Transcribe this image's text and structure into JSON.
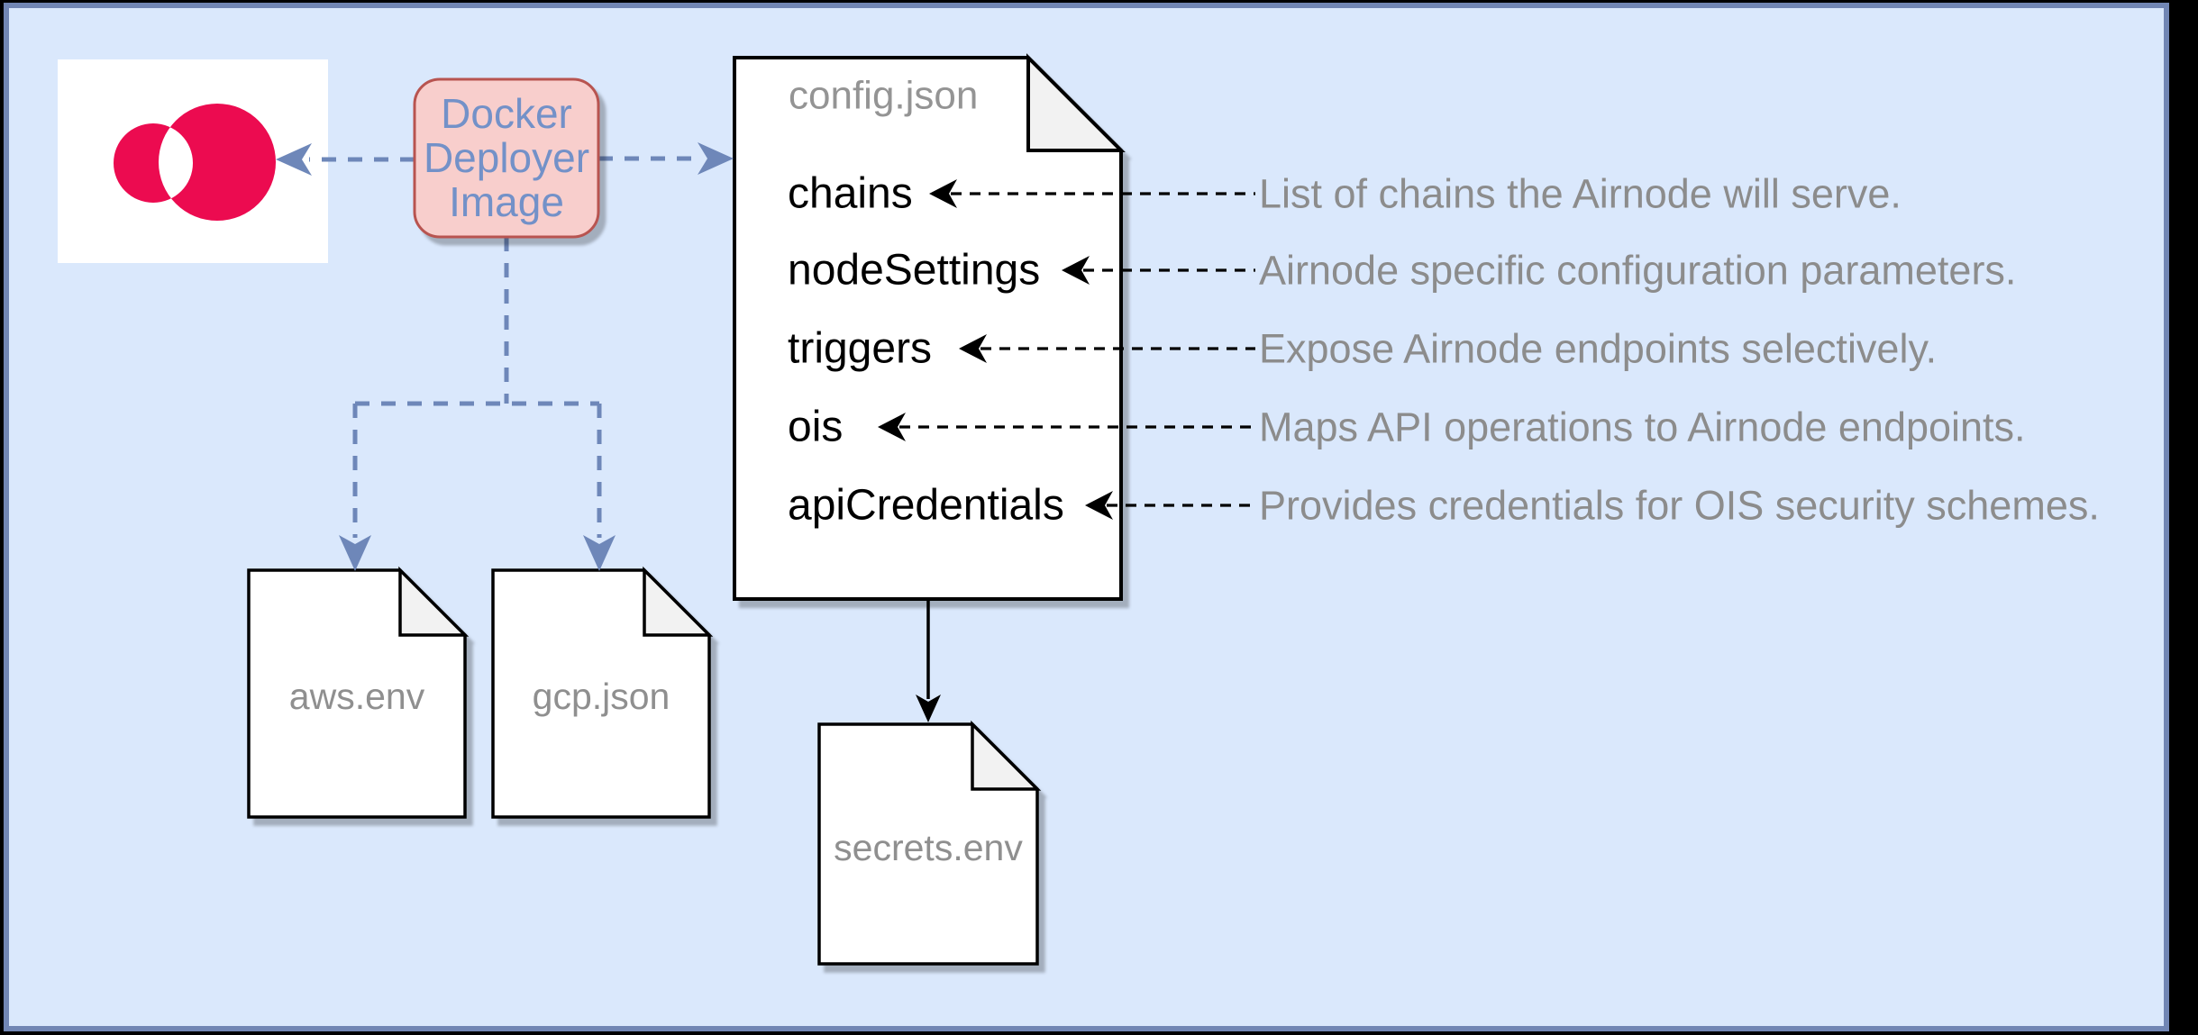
{
  "colors": {
    "canvas_bg": "#dae8fc",
    "frame_border": "#7186b4",
    "outer_bg": "#000000",
    "logo_red": "#ec0b50",
    "docker_fill": "#f8cecc",
    "docker_stroke": "#b85450",
    "docker_text": "#7391c8",
    "connector_blue": "#6e87b9",
    "arrow_black": "#000000",
    "label_gray": "#8f8f8f"
  },
  "logo": {
    "name": "airnode-logo"
  },
  "docker_box": {
    "lines": [
      "Docker",
      "Deployer",
      "Image"
    ]
  },
  "config_doc": {
    "title": "config.json",
    "items": [
      {
        "label": "chains",
        "note": "List of chains the Airnode will serve."
      },
      {
        "label": "nodeSettings",
        "note": "Airnode specific configuration parameters."
      },
      {
        "label": "triggers",
        "note": "Expose Airnode endpoints selectively."
      },
      {
        "label": "ois",
        "note": "Maps API operations to Airnode endpoints."
      },
      {
        "label": "apiCredentials",
        "note": "Provides credentials for OIS security schemes."
      }
    ]
  },
  "file_docs": {
    "aws": {
      "label": "aws.env"
    },
    "gcp": {
      "label": "gcp.json"
    },
    "secrets": {
      "label": "secrets.env"
    }
  }
}
